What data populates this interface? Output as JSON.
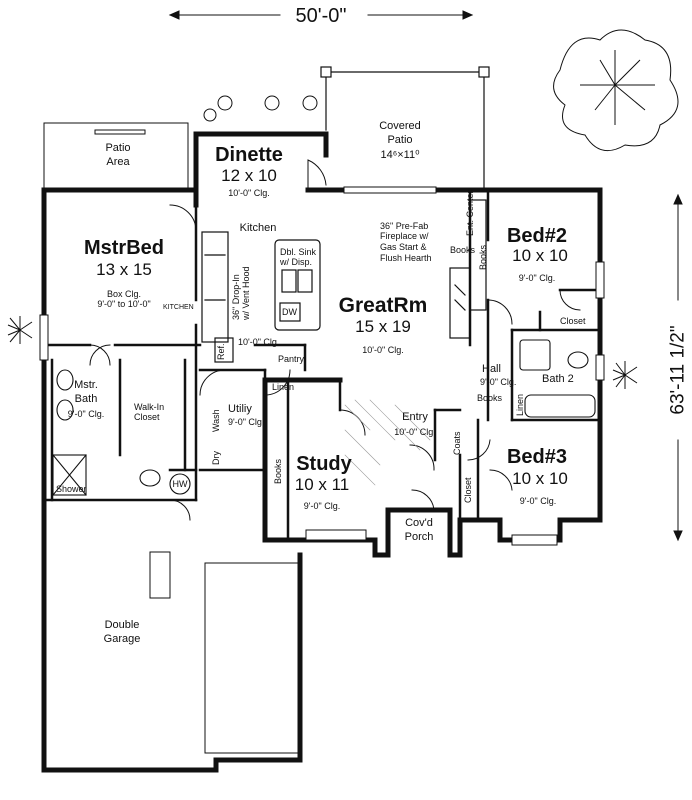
{
  "dimensions": {
    "width": "50'-0\"",
    "depth": "63'-11 1/2\""
  },
  "rooms": {
    "patio_area": [
      "Patio",
      "Area"
    ],
    "covered_patio": {
      "name": [
        "Covered",
        "Patio"
      ],
      "size": "14⁶×11⁰"
    },
    "dinette": {
      "name": "Dinette",
      "size": "12 x 10",
      "clg": "10'-0\" Clg."
    },
    "kitchen": {
      "name": "Kitchen",
      "sink": [
        "Dbl. Sink",
        "w/ Disp."
      ],
      "dw": "DW",
      "range": [
        "36\" Drop-In",
        "w/ Vent Hood"
      ],
      "ref": "Ref.",
      "pantry": "Pantry",
      "clg": "10'-0\" Clg."
    },
    "mstr_bed": {
      "name": "MstrBed",
      "size": "13 x 15",
      "clg": [
        "Box Clg.",
        "9'-0\" to 10'-0\""
      ],
      "note": "KITCHEN"
    },
    "great_rm": {
      "name": "GreatRm",
      "size": "15 x 19",
      "clg": "10'-0\" Clg."
    },
    "fireplace": [
      "36\" Pre-Fab",
      "Fireplace w/",
      "Gas Start &",
      "Flush Hearth"
    ],
    "ent_center": "Ent. Center",
    "books": "Books",
    "bed2": {
      "name": "Bed#2",
      "size": "10 x 10",
      "clg": "9'-0\" Clg.",
      "closet": "Closet"
    },
    "mstr_bath": {
      "name": [
        "Mstr.",
        "Bath"
      ],
      "clg": "9'-0\" Clg.",
      "closet": [
        "Walk-In",
        "Closet"
      ],
      "shower": "Shower",
      "hw": "HW"
    },
    "utility": {
      "name": "Utiliy",
      "clg": "9'-0\" Clg.",
      "wash": "Wash",
      "dry": "Dry",
      "linen": "Linen"
    },
    "hall": {
      "name": "Hall",
      "clg": "9'-0\" Clg."
    },
    "bath2": {
      "name": "Bath 2",
      "linen": "Linen"
    },
    "entry": {
      "name": "Entry",
      "clg": "10'-0\" Clg.",
      "coats": "Coats"
    },
    "study": {
      "name": "Study",
      "size": "10 x 11",
      "clg": "9'-0\" Clg."
    },
    "bed3": {
      "name": "Bed#3",
      "size": "10 x 10",
      "clg": "9'-0\" Clg.",
      "closet": "Closet"
    },
    "porch": [
      "Cov'd",
      "Porch"
    ],
    "garage": [
      "Double",
      "Garage"
    ]
  }
}
